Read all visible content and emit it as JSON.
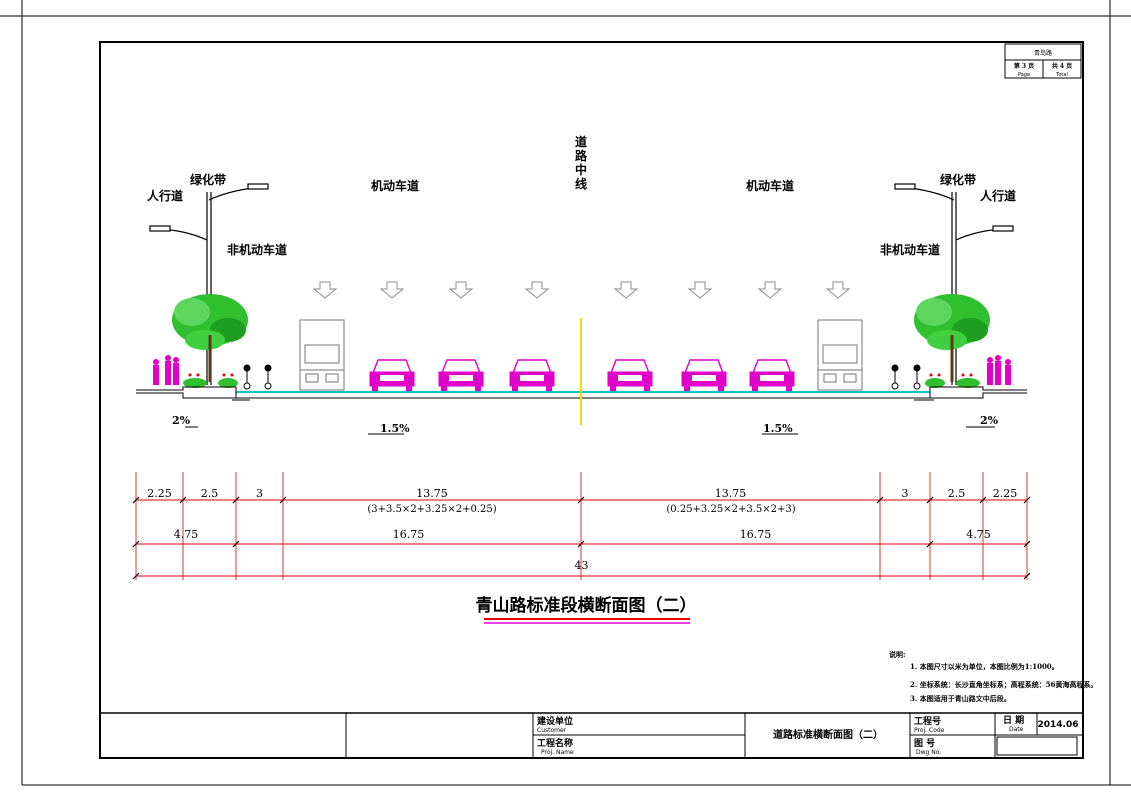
{
  "sheet": {
    "page_label": "第 3 页",
    "page_en": "Page",
    "total_label": "共 4 页",
    "total_en": "Total",
    "header_label": "青岛路"
  },
  "lane_labels": {
    "sidewalk_left": "人行道",
    "green_belt_left": "绿化带",
    "nonmotor_left": "非机动车道",
    "motor_left": "机动车道",
    "centerline": "道路中线",
    "motor_right": "机动车道",
    "green_belt_right": "绿化带",
    "sidewalk_right": "人行道",
    "nonmotor_right": "非机动车道"
  },
  "slopes": {
    "left_side": "2%",
    "left_main": "1.5%",
    "right_main": "1.5%",
    "right_side": "2%"
  },
  "dimensions": {
    "row1": [
      "2.25",
      "2.5",
      "3",
      "13.75",
      "13.75",
      "3",
      "2.5",
      "2.25"
    ],
    "row1_sub_left": "(3+3.5×2+3.25×2+0.25)",
    "row1_sub_right": "(0.25+3.25×2+3.5×2+3)",
    "row2": [
      "4.75",
      "16.75",
      "16.75",
      "4.75"
    ],
    "total": "43"
  },
  "drawing_title": "青山路标准段横断面图（二）",
  "notes": {
    "heading": "说明:",
    "items": [
      "1. 本图尺寸以米为单位，本图比例为1:1000。",
      "2. 坐标系统：长沙直角坐标系；高程系统：56黄海高程系。",
      "3. 本图适用于青山路文中后段。"
    ]
  },
  "title_block": {
    "customer_label": "建设单位",
    "customer_en": "Customer",
    "project_label": "工程名称",
    "project_en": "Proj. Name",
    "drawing_name": "道路标准横断面图（二）",
    "code_label": "工程号",
    "code_en": "Proj. Code",
    "drawing_no_label": "图  号",
    "drawing_no_en": "Dwg No.",
    "date_label": "日  期",
    "date_en": "Date",
    "date_value": "2014.06"
  },
  "colors": {
    "frame": "#000000",
    "car": "#e000c8",
    "truck": "#8c8c8c",
    "tree": "#2fbf2f",
    "road": "#00c8c8",
    "centerline": "#ffd400",
    "title_underline_red": "#e00000",
    "title_underline_magenta": "#e000e0",
    "dimension": "#e00000"
  }
}
